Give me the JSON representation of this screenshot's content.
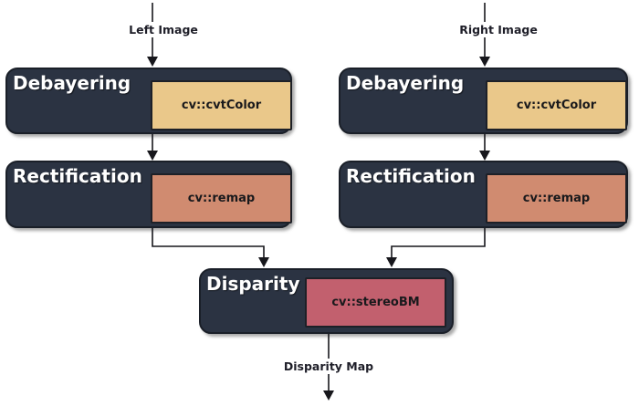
{
  "diagram": {
    "edge_labels": {
      "left_input": "Left Image",
      "right_input": "Right Image",
      "output": "Disparity Map"
    },
    "nodes": [
      {
        "id": "debayering-left",
        "title": "Debayering",
        "func": "cv::cvtColor"
      },
      {
        "id": "debayering-right",
        "title": "Debayering",
        "func": "cv::cvtColor"
      },
      {
        "id": "rectification-left",
        "title": "Rectification",
        "func": "cv::remap"
      },
      {
        "id": "rectification-right",
        "title": "Rectification",
        "func": "cv::remap"
      },
      {
        "id": "disparity",
        "title": "Disparity",
        "func": "cv::stereoBM"
      }
    ],
    "edges": [
      {
        "from": "left-image-input",
        "to": "debayering-left"
      },
      {
        "from": "right-image-input",
        "to": "debayering-right"
      },
      {
        "from": "debayering-left",
        "to": "rectification-left"
      },
      {
        "from": "debayering-right",
        "to": "rectification-right"
      },
      {
        "from": "rectification-left",
        "to": "disparity"
      },
      {
        "from": "rectification-right",
        "to": "disparity"
      },
      {
        "from": "disparity",
        "to": "disparity-map-output"
      }
    ],
    "colors": {
      "node_bg": "#2b3342",
      "node_border": "#1a1f28",
      "cvtcolor_bg": "#eac88a",
      "remap_bg": "#d08b70",
      "stereobm_bg": "#c2606e",
      "func_border": "#1d2027",
      "title_text": "#ffffff",
      "func_text": "#19191c",
      "edge_label_text": "#1e1e28",
      "wire": "#17171c",
      "background": "#ffffff"
    }
  }
}
